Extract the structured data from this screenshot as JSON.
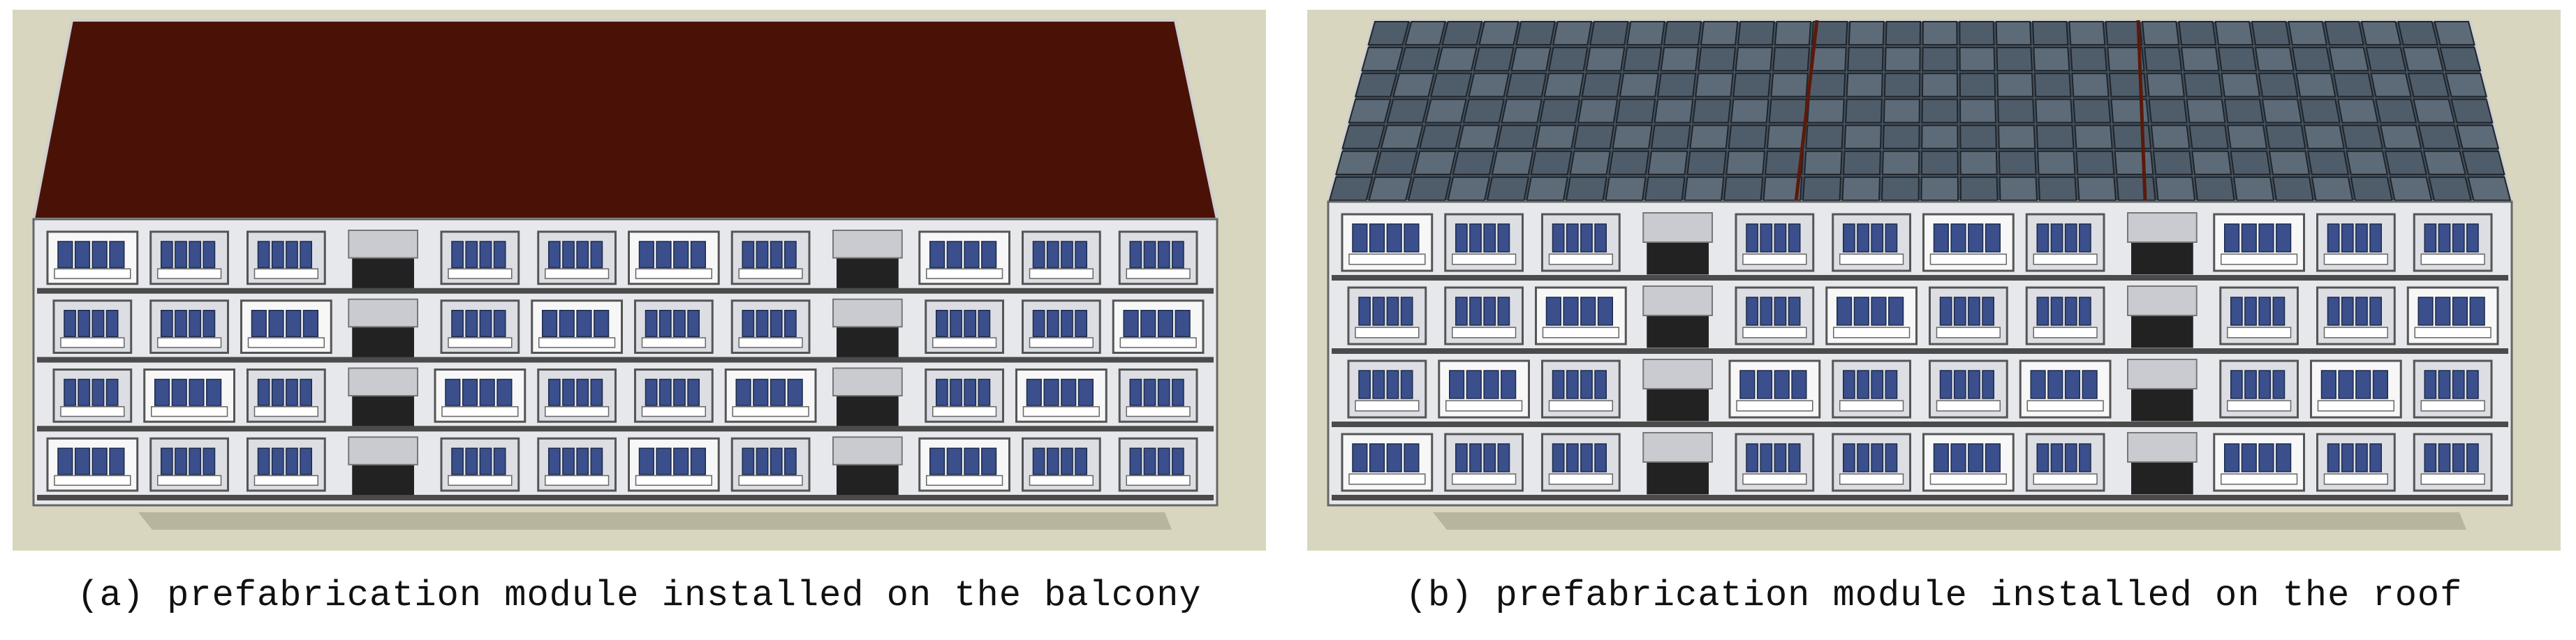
{
  "figure": {
    "panels": [
      {
        "id": "a",
        "caption": "(a) prefabrication module installed on the balcony",
        "roof": "plain",
        "roof_color": "#4a1207"
      },
      {
        "id": "b",
        "caption": "(b) prefabrication module installed on the roof",
        "roof": "solar-panel-grid",
        "roof_color": "#3f4d5a"
      }
    ]
  },
  "colors": {
    "background": "#d9d6c0",
    "facade": "#e9ebef",
    "window": "#3a4f8c",
    "balcony": "#222222"
  }
}
